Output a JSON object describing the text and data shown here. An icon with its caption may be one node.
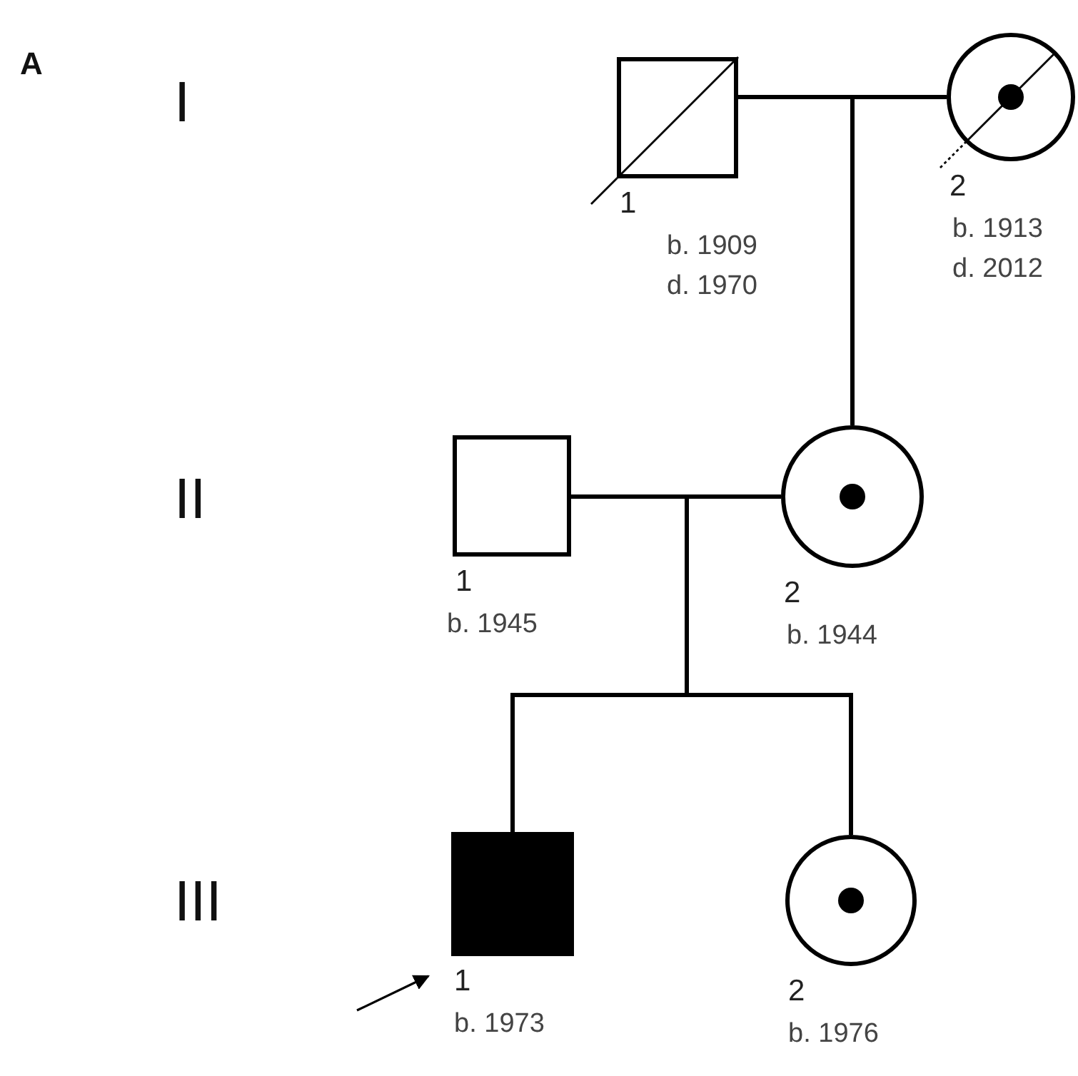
{
  "diagram": {
    "nodes": [
      {
        "text": [],
        "shape": "box",
        "beside": [
          "1",
          "b. 1909",
          "d. 1970"
        ]
      },
      {
        "text": [],
        "shape": "circle",
        "beside": [
          "2",
          "b. 1913",
          "d. 2012"
        ]
      },
      {
        "text": [],
        "shape": "box",
        "beside": [
          "1",
          "b. 1945"
        ]
      },
      {
        "text": [],
        "shape": "circle",
        "beside": [
          "2",
          "b. 1944"
        ]
      },
      {
        "text": [],
        "shape": "box",
        "beside": [
          "1",
          "b. 1973"
        ]
      },
      {
        "text": [],
        "shape": "circle",
        "beside": [
          "2",
          "b. 1976"
        ]
      }
    ],
    "edges": [
      {
        "from": 0,
        "to": 1,
        "arrow": "none"
      },
      {
        "from": 0,
        "to": 3,
        "arrow": "none"
      },
      {
        "from": 1,
        "to": 3,
        "arrow": "none"
      },
      {
        "from": 2,
        "to": 3,
        "arrow": "none"
      },
      {
        "from": 2,
        "to": 4,
        "arrow": "none"
      },
      {
        "from": 3,
        "to": 4,
        "arrow": "none"
      },
      {
        "from": 2,
        "to": 5,
        "arrow": "none"
      },
      {
        "from": 3,
        "to": 5,
        "arrow": "none"
      },
      {
        "from": null,
        "to": 4,
        "arrow": "to"
      }
    ],
    "labels": [
      "A",
      "I",
      "II",
      "III"
    ]
  }
}
